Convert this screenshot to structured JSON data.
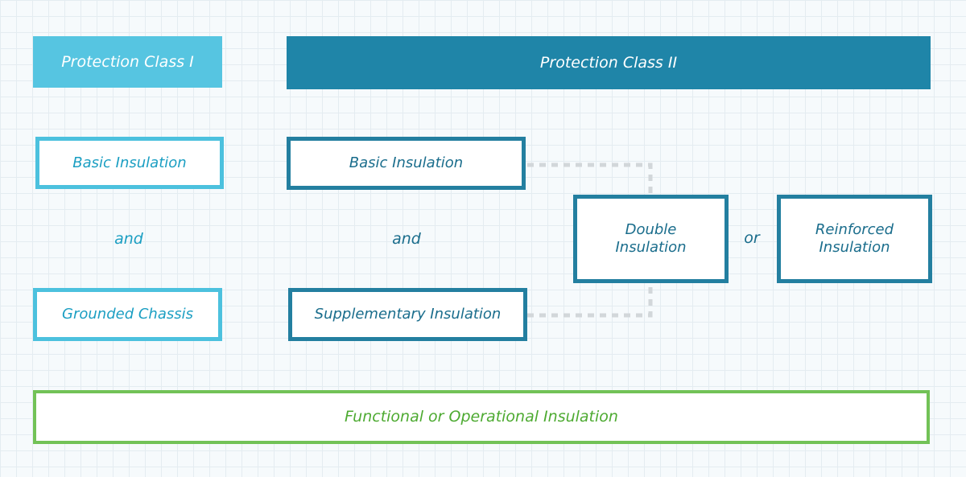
{
  "class1": {
    "header": "Protection Class I",
    "basic": "Basic Insulation",
    "connector": "and",
    "grounded": "Grounded Chassis"
  },
  "class2": {
    "header": "Protection Class II",
    "basic": "Basic Insulation",
    "connector": "and",
    "supplementary": "Supplementary Insulation",
    "double": "Double Insulation",
    "alternative": "or",
    "reinforced": "Reinforced Insulation"
  },
  "functional": "Functional or Operational Insulation",
  "colors": {
    "class1_accent": "#4cc1de",
    "class2_accent": "#237fa0",
    "functional_accent": "#72c257",
    "connector_line": "#d2d7da"
  }
}
